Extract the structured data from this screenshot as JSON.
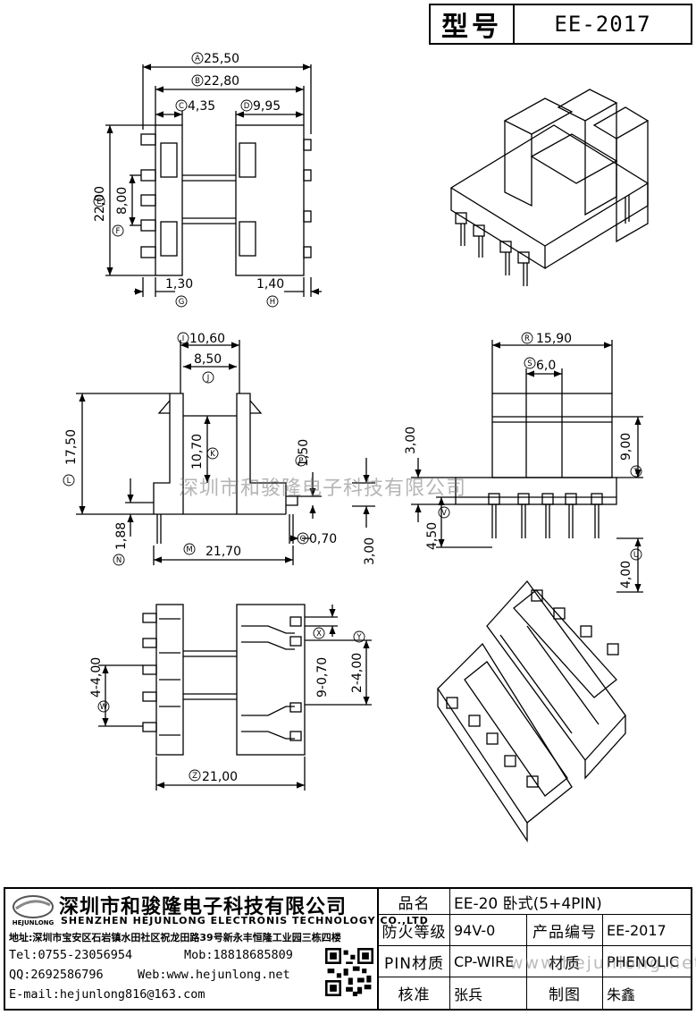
{
  "header": {
    "model_label": "型号",
    "model_value": "EE-2017"
  },
  "dimensions": {
    "A": "25,50",
    "B": "22,80",
    "C": "4,35",
    "D": "9,95",
    "E": "22,00",
    "F": "8,00",
    "G": "1,30",
    "H": "1,40",
    "I": "10,60",
    "J": "8,50",
    "K": "10,70",
    "L": "17,50",
    "M": "21,70",
    "N": "1,88",
    "P": "1,50",
    "Q": "0,70",
    "R": "15,90",
    "S": "6,0",
    "T": "9,00",
    "U": "4,00",
    "V": "4,50",
    "W": "4-4,00",
    "X": "9-0,70",
    "Y": "2-4,00",
    "Z": "21,00",
    "side_3a": "3,00",
    "side_3b": "3,00"
  },
  "circle_letters": [
    "A",
    "B",
    "C",
    "D",
    "E",
    "F",
    "G",
    "H",
    "I",
    "J",
    "K",
    "L",
    "M",
    "N",
    "P",
    "Q",
    "R",
    "S",
    "T",
    "U",
    "V",
    "W",
    "X",
    "Y",
    "Z"
  ],
  "watermarks": {
    "center": "深圳市和骏隆电子科技有限公司",
    "footer": "www.hejunlong.net"
  },
  "company": {
    "logo_text": "HEJUNLONG",
    "name_cn": "深圳市和骏隆电子科技有限公司",
    "name_en": "SHENZHEN HEJUNLONG ELECTRONIS TECHNOLOGY CO.,LTD",
    "address": "地址:深圳市宝安区石岩镇水田社区祝龙田路39号新永丰恒隆工业园三栋四楼",
    "tel": "Tel:0755-23056954",
    "mob": "Mob:18818685809",
    "qq": "QQ:2692586796",
    "web": "Web:www.hejunlong.net",
    "email": "E-mail:hejunlong816@163.com"
  },
  "title_block": {
    "name_label": "品名",
    "name_value": "EE-20 卧式(5+4PIN)",
    "fire_label": "防火等级",
    "fire_value": "94V-0",
    "code_label": "产品编号",
    "code_value": "EE-2017",
    "pin_label": "PIN材质",
    "pin_value": "CP-WIRE",
    "mat_label": "材质",
    "mat_value": "PHENOLIC",
    "check_label": "核准",
    "check_value": "张兵",
    "draw_label": "制图",
    "draw_value": "朱鑫"
  }
}
